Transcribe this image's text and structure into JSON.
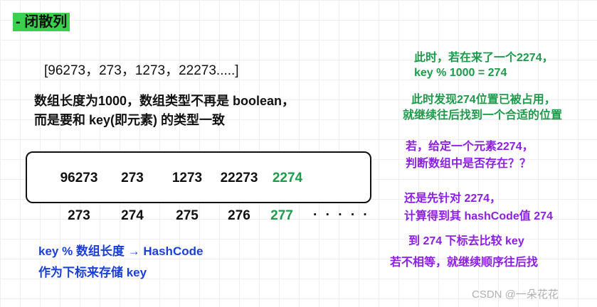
{
  "title": "- 闭散列",
  "array_list": "[96273，273，1273，22273.....]",
  "description": {
    "line1": "数组长度为1000，数组类型不再是 boolean，",
    "line2": "而是要和 key(即元素) 的类型一致"
  },
  "table": {
    "values": [
      "96273",
      "273",
      "1273",
      "22273",
      "2274"
    ],
    "indices": [
      "273",
      "274",
      "275",
      "276",
      "277"
    ],
    "ellipsis": "· · · · ·",
    "highlight_color": "#1e9a4b"
  },
  "hash_note": {
    "line1": "key % 数组长度 → HashCode",
    "line2": "作为下标来存储 key",
    "color": "#1a3fd6"
  },
  "side_notes": [
    {
      "text": "此时，若在来了一个2274，",
      "color": "#1e9a4b"
    },
    {
      "text": "key % 1000 = 274",
      "color": "#1e9a4b"
    },
    {
      "text": "此时发现274位置已被占用，",
      "color": "#1e9a4b"
    },
    {
      "text": "就继续往后找到一个合适的位置",
      "color": "#1e9a4b"
    },
    {
      "text": "若，给定一个元素2274，",
      "color": "#8e1ee6"
    },
    {
      "text": "判断数组中是否存在？？",
      "color": "#8e1ee6"
    },
    {
      "text": "还是先针对 2274，",
      "color": "#8e1ee6"
    },
    {
      "text": "计算得到其 hashCode值 274",
      "color": "#8e1ee6"
    },
    {
      "text": "到 274 下标去比较 key",
      "color": "#8e1ee6"
    },
    {
      "text": "若不相等，就继续顺序往后找",
      "color": "#8e1ee6"
    }
  ],
  "watermark": "CSDN @一朵花花"
}
